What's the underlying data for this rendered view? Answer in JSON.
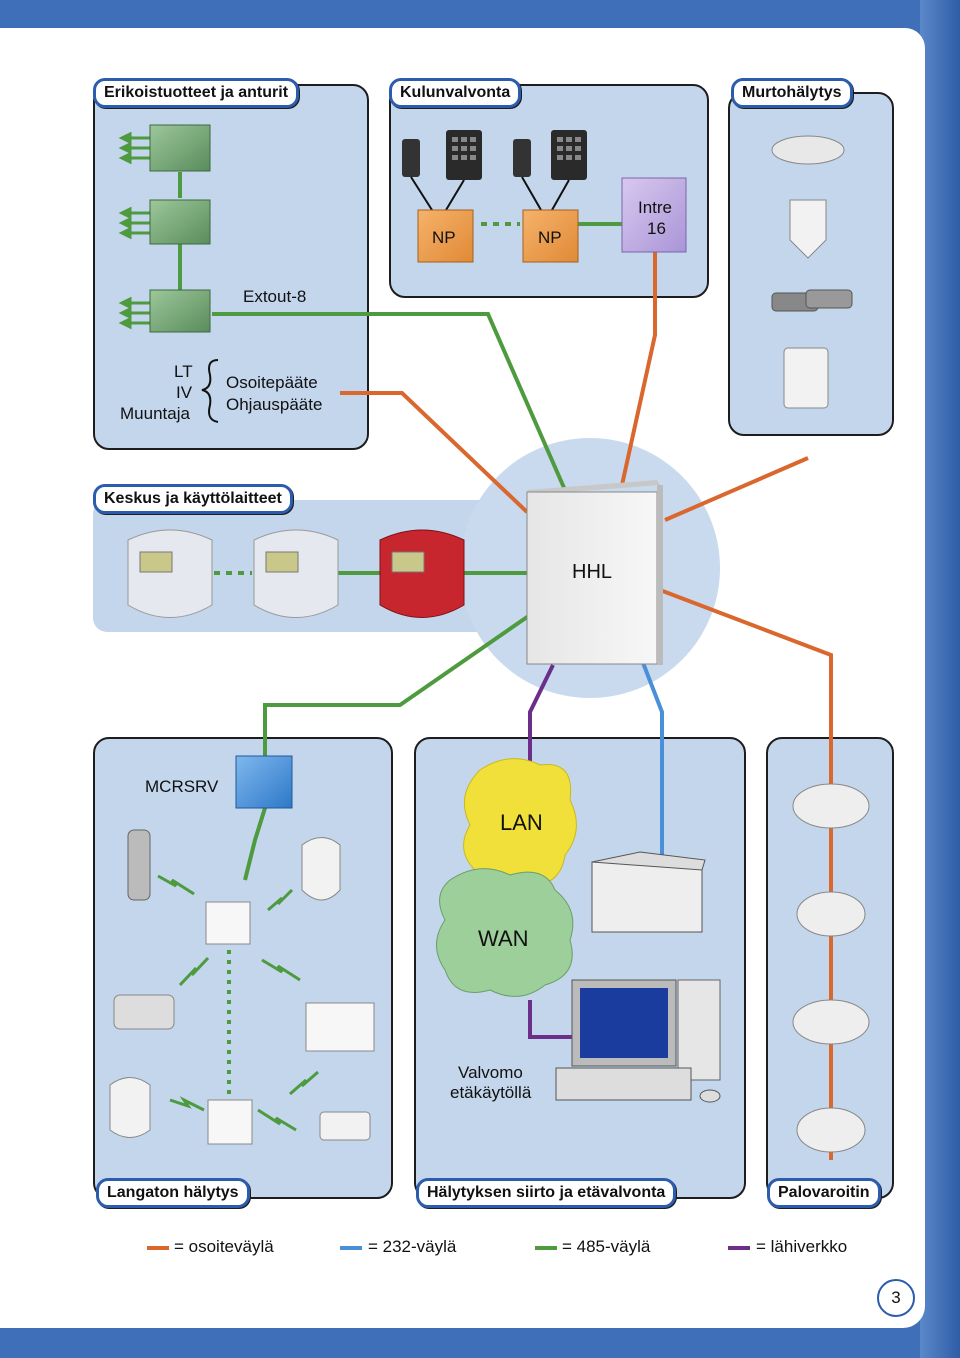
{
  "sections": {
    "special": "Erikoistuotteet ja anturit",
    "access": "Kulunvalvonta",
    "intrusion": "Murtohälytys",
    "central": "Keskus ja käyttölaitteet",
    "wireless": "Langaton hälytys",
    "transfer": "Hälytyksen siirto ja etävalvonta",
    "fire": "Palovaroitin"
  },
  "labels": {
    "extout": "Extout-8",
    "lt": "LT",
    "iv": "IV",
    "muuntaja": "Muuntaja",
    "osoitepaate": "Osoitepääte",
    "ohjauspaate": "Ohjauspääte",
    "np1": "NP",
    "np2": "NP",
    "intre1": "Intre",
    "intre2": "16",
    "hhl": "HHL",
    "mcrsrv": "MCRSRV",
    "lan": "LAN",
    "wan": "WAN",
    "valvomo1": "Valvomo",
    "valvomo2": "etäkäytöllä"
  },
  "legend": [
    {
      "text": "= osoiteväylä",
      "color": "#d9672e"
    },
    {
      "text": "= 232-väylä",
      "color": "#4a90d9"
    },
    {
      "text": "= 485-väylä",
      "color": "#4e9a3e"
    },
    {
      "text": "= lähiverkko",
      "color": "#6b2f8a"
    }
  ],
  "colors": {
    "address_bus": "#d9672e",
    "rs232": "#4a90d9",
    "rs485": "#4e9a3e",
    "lan": "#6b2f8a",
    "panel_bg": "#c3d6ec",
    "accent": "#2b5cae"
  },
  "page_number": "3"
}
